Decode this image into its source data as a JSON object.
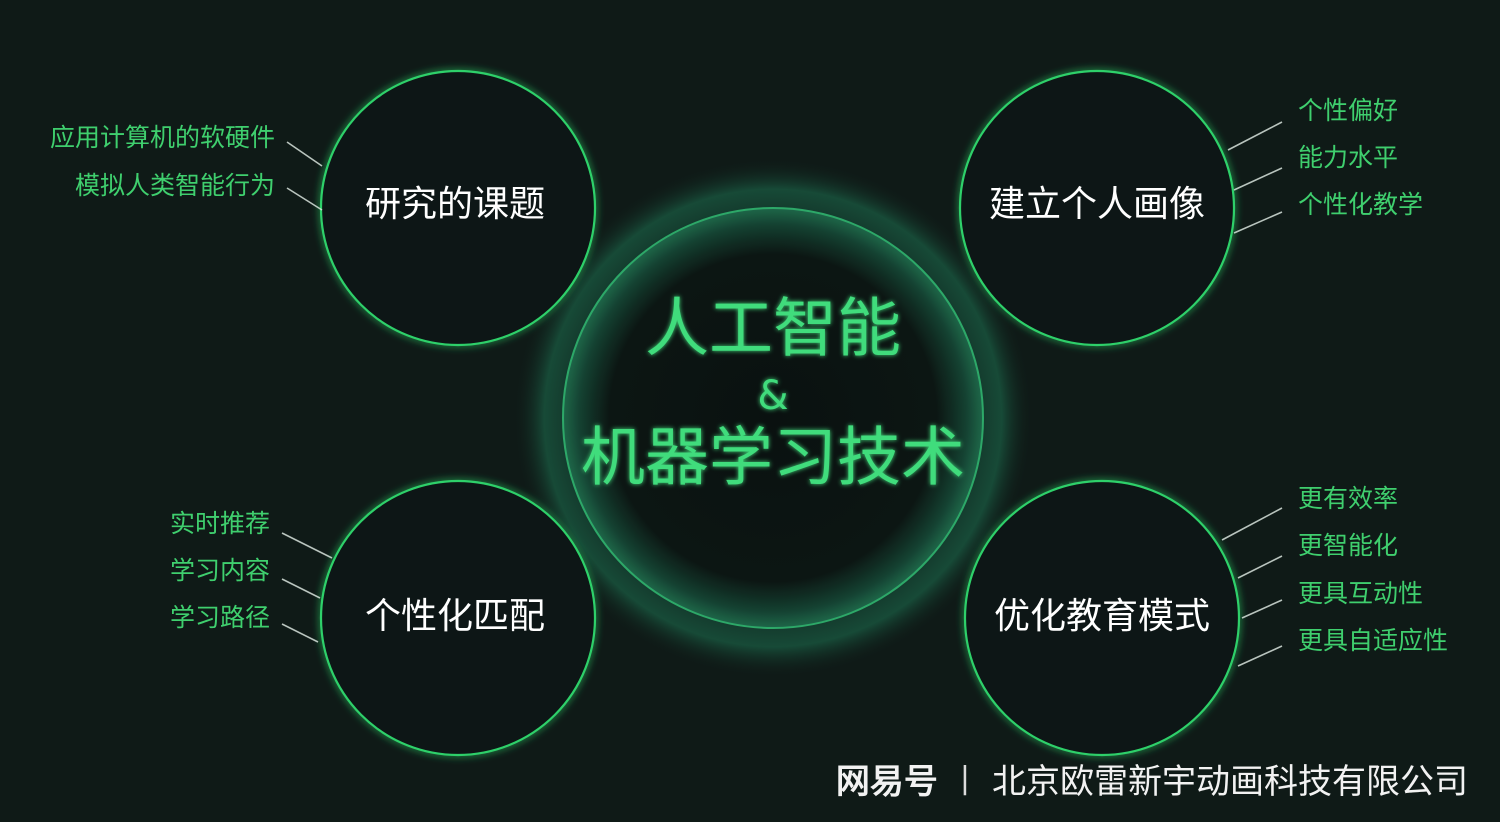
{
  "center": {
    "line1": "人工智能",
    "line2": "&",
    "line3": "机器学习技术"
  },
  "nodes": {
    "research": {
      "title": "研究的课题",
      "items": [
        "应用计算机的软硬件",
        "模拟人类智能行为"
      ]
    },
    "portrait": {
      "title": "建立个人画像",
      "items": [
        "个性偏好",
        "能力水平",
        "个性化教学"
      ]
    },
    "matching": {
      "title": "个性化匹配",
      "items": [
        "实时推荐",
        "学习内容",
        "学习路径"
      ]
    },
    "mode": {
      "title": "优化教育模式",
      "items": [
        "更有效率",
        "更智能化",
        "更具互动性",
        "更具自适应性"
      ]
    }
  },
  "watermark": {
    "brand": "网易号",
    "separator": "|",
    "company": "北京欧雷新宇动画科技有限公司"
  },
  "colors": {
    "background": "#0f1a17",
    "accent_green": "#3fdc7c",
    "ring_green": "#2fd06a"
  }
}
